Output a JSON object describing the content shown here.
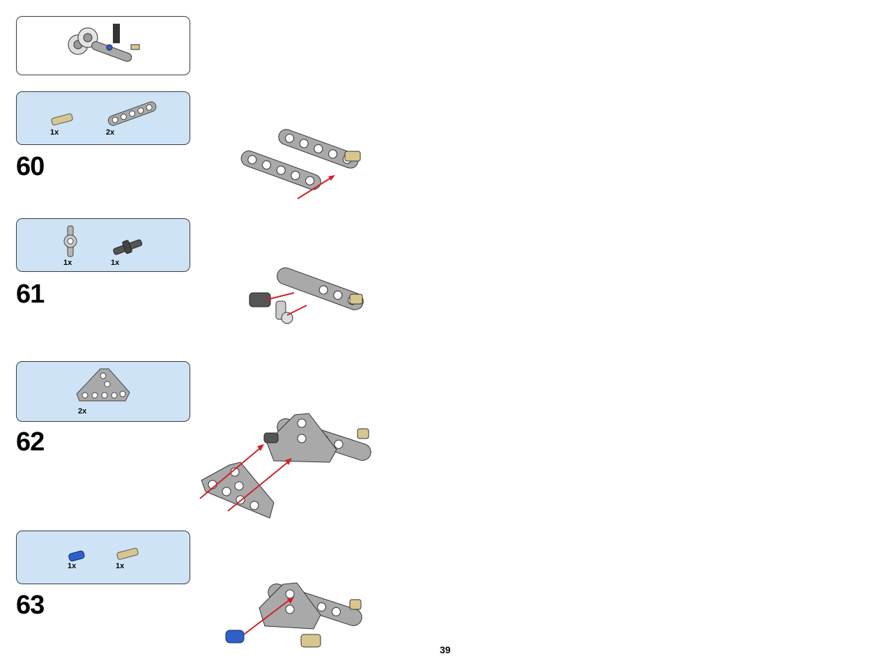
{
  "page_number": "39",
  "steps": [
    {
      "number": "60",
      "parts": [
        {
          "name": "tan-axle-pin-icon",
          "qty": "1x"
        },
        {
          "name": "grey-beam-5-icon",
          "qty": "2x"
        }
      ]
    },
    {
      "number": "61",
      "parts": [
        {
          "name": "grey-cross-connector-icon",
          "qty": "1x"
        },
        {
          "name": "dark-grey-pin-icon",
          "qty": "1x"
        }
      ]
    },
    {
      "number": "62",
      "parts": [
        {
          "name": "grey-triangle-beam-icon",
          "qty": "2x"
        }
      ]
    },
    {
      "number": "63",
      "parts": [
        {
          "name": "blue-pin-icon",
          "qty": "1x"
        },
        {
          "name": "tan-axle-pin-icon",
          "qty": "1x"
        }
      ]
    }
  ],
  "colors": {
    "callout_bg": "#cfe3f6",
    "arrow": "#d0202a",
    "beam": "#a9a9a9",
    "tan": "#d8c68f",
    "blue": "#2f5fc8"
  }
}
